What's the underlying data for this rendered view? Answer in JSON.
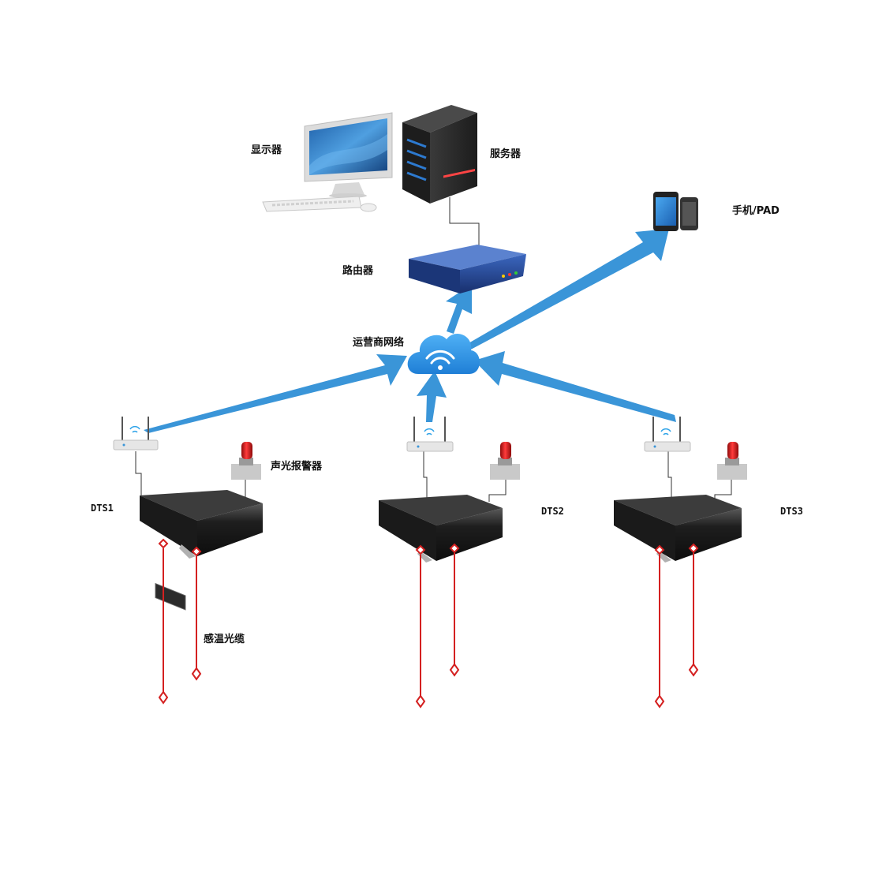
{
  "labels": {
    "monitor": "显示器",
    "server": "服务器",
    "router": "路由器",
    "mobile": "手机/PAD",
    "carrier_network": "运营商网络",
    "alarm": "声光报警器",
    "cable": "感温光缆",
    "dts1": "DTS1",
    "dts2": "DTS2",
    "dts3": "DTS3"
  },
  "colors": {
    "arrow": "#3a95d8",
    "cable": "#d42020",
    "device": "#222222",
    "server": "#2e2e2e",
    "router": "#1f3f8c",
    "cloud": "#2f8fe0",
    "beacon": "#d61a1a"
  },
  "icons": {
    "monitor": "desktop-monitor-icon",
    "server": "server-tower-icon",
    "router": "network-router-icon",
    "mobile": "phone-tablet-icon",
    "cloud": "wifi-cloud-icon",
    "wireless": "wireless-router-icon",
    "alarm": "alarm-beacon-icon",
    "dts": "dts-unit-icon"
  }
}
